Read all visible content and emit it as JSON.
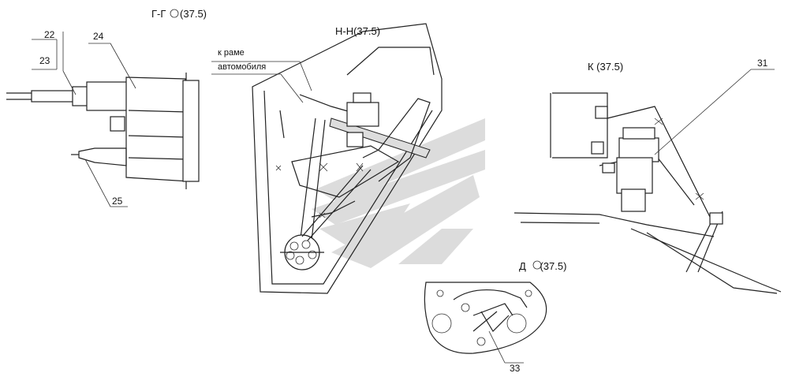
{
  "views": {
    "g": {
      "title": "Г-Г",
      "ref": "(37.5)"
    },
    "n": {
      "title": "Н-Н(37.5)"
    },
    "k": {
      "title": "К (37.5)"
    },
    "d": {
      "title": "Д",
      "ref": "(37.5)"
    }
  },
  "callouts": {
    "c22": "22",
    "c23": "23",
    "c24": "24",
    "c25": "25",
    "c31": "31",
    "c33": "33"
  },
  "note": {
    "line1": "к раме",
    "line2": "автомобиля"
  },
  "colors": {
    "line": "#222222",
    "watermark": "#d9d9d9"
  }
}
